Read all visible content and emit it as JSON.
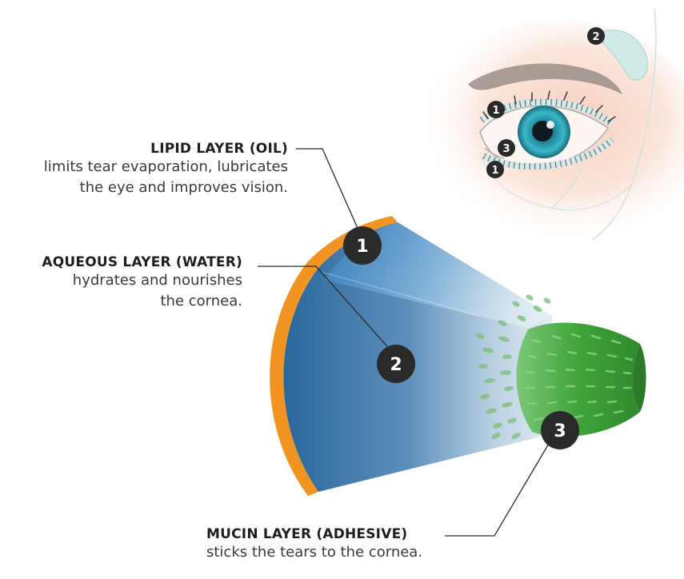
{
  "layers": [
    {
      "number": "1",
      "title": "LIPID LAYER (OIL)",
      "description_lines": [
        "limits tear evaporation, lubricates",
        "the eye and improves vision."
      ]
    },
    {
      "number": "2",
      "title": "AQUEOUS LAYER (WATER)",
      "description_lines": [
        "hydrates and nourishes",
        "the cornea."
      ]
    },
    {
      "number": "3",
      "title": "MUCIN LAYER (ADHESIVE)",
      "description_lines": [
        "sticks the tears to the cornea."
      ]
    }
  ],
  "eye_inset_markers": [
    "1",
    "2",
    "3",
    "1"
  ],
  "colors": {
    "lipid_orange": "#f29422",
    "aqueous_blue": "#2e6c9e",
    "mucin_green": "#3fa43a",
    "badge_dark": "#2a2a2a",
    "iris_teal": "#3bb8c8"
  }
}
